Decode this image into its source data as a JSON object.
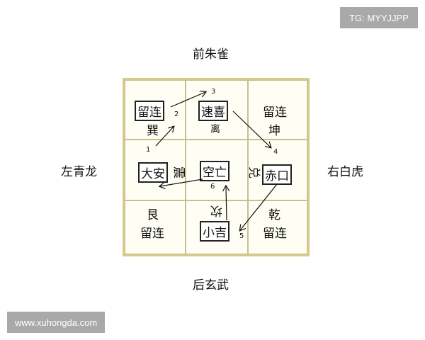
{
  "watermarks": {
    "top": "TG: MYYJJPP",
    "bottom": "www.xuhongda.com"
  },
  "directions": {
    "top": "前朱雀",
    "left": "左青龙",
    "right": "右白虎",
    "bottom": "后玄武"
  },
  "cells": {
    "xun": {
      "label": "留连",
      "trigram": "巽"
    },
    "li": {
      "label": "速喜",
      "trigram": "离"
    },
    "kun": {
      "label": "留连",
      "trigram": "坤"
    },
    "zhen": {
      "label": "大安",
      "trigram": "震"
    },
    "center": {
      "label": "空亡"
    },
    "dui": {
      "label": "赤口",
      "trigram": "兑"
    },
    "gen": {
      "label": "留连",
      "trigram": "艮"
    },
    "kan": {
      "label": "小吉",
      "trigram": "坎"
    },
    "qian": {
      "label": "留连",
      "trigram": "乾"
    }
  },
  "steps": [
    "1",
    "2",
    "3",
    "4",
    "5",
    "6"
  ]
}
